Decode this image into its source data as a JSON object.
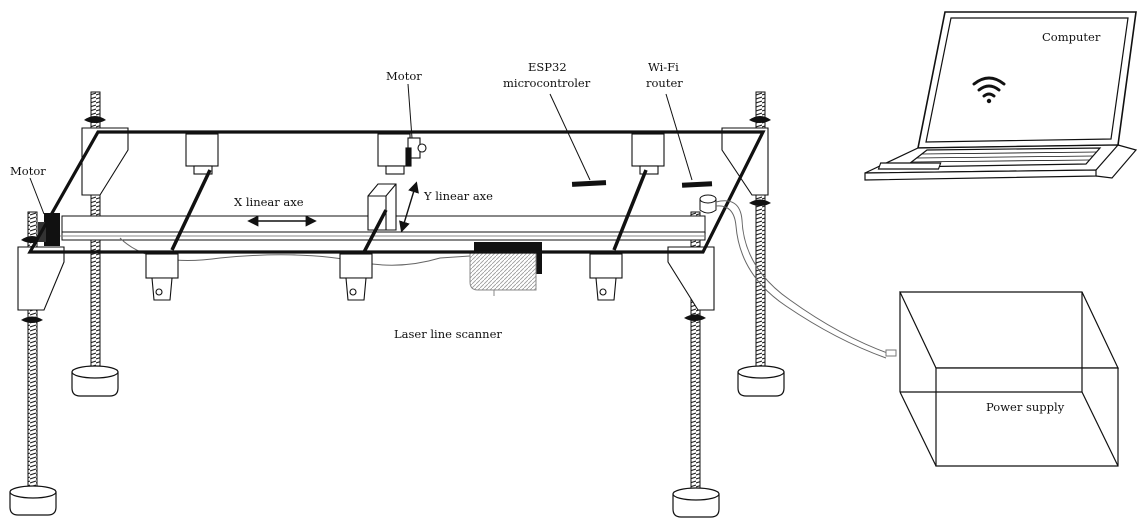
{
  "labels": {
    "motor_top": "Motor",
    "motor_left": "Motor",
    "esp32_line1": "ESP32",
    "esp32_line2": "microcontroler",
    "wifi_line1": "Wi-Fi",
    "wifi_line2": "router",
    "computer": "Computer",
    "x_axis": "X linear axe",
    "y_axis": "Y linear axe",
    "laser_scanner": "Laser line scanner",
    "power_supply": "Power supply"
  },
  "icons": {
    "wifi": "wifi-icon"
  },
  "colors": {
    "stroke": "#111111",
    "fill": "#ffffff"
  }
}
